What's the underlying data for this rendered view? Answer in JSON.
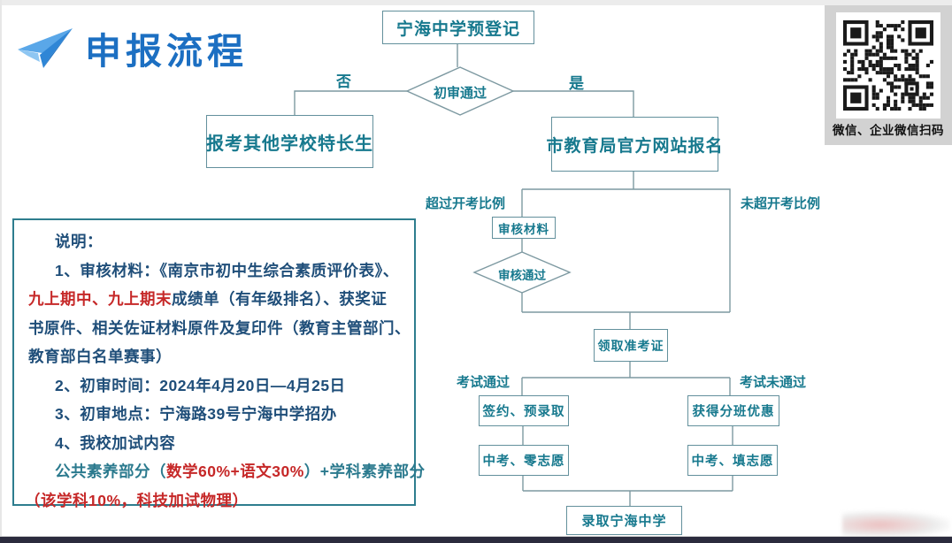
{
  "page": {
    "title": "申报流程"
  },
  "qr": {
    "caption": "微信、企业微信扫码"
  },
  "flow": {
    "nodes": {
      "preregister": "宁海中学预登记",
      "initial_review": "初审通过",
      "no_label": "否",
      "yes_label": "是",
      "other_school": "报考其他学校特长生",
      "website_signup": "市教育局官方网站报名",
      "over_ratio": "超过开考比例",
      "not_over_ratio": "未超开考比例",
      "review_materials": "审核材料",
      "review_pass": "审核通过",
      "get_ticket": "领取准考证",
      "exam_pass": "考试通过",
      "exam_fail": "考试未通过",
      "sign_preadmit": "签约、预录取",
      "class_bonus": "获得分班优惠",
      "zhongkao_zero": "中考、零志愿",
      "zhongkao_fill": "中考、填志愿",
      "admitted": "录取宁海中学"
    }
  },
  "notes": {
    "lines": [
      {
        "segments": [
          {
            "color": "navy",
            "text": "说明："
          }
        ]
      },
      {
        "segments": [
          {
            "color": "navy",
            "text": "1、审核材料：《南京市初中生综合素质评价表》、"
          }
        ]
      },
      {
        "segments": [
          {
            "color": "red",
            "text": "九上期中、九上期末"
          },
          {
            "color": "navy",
            "text": "成绩单（有年级排名）、获奖证"
          }
        ]
      },
      {
        "segments": [
          {
            "color": "navy",
            "text": "书原件、相关佐证材料原件及复印件（教育主管部门、"
          }
        ]
      },
      {
        "segments": [
          {
            "color": "navy",
            "text": "教育部白名单赛事）"
          }
        ]
      },
      {
        "segments": [
          {
            "color": "navy",
            "text": "2、初审时间：2024年4月20日—4月25日"
          }
        ]
      },
      {
        "segments": [
          {
            "color": "navy",
            "text": "3、初审地点：宁海路39号宁海中学招办"
          }
        ]
      },
      {
        "segments": [
          {
            "color": "navy",
            "text": "4、我校加试内容"
          }
        ]
      },
      {
        "segments": [
          {
            "color": "teal",
            "text": "公共素养部分（"
          },
          {
            "color": "red",
            "text": "数学60%+语文30%"
          },
          {
            "color": "teal",
            "text": "）+学科素养部分"
          }
        ]
      },
      {
        "segments": [
          {
            "color": "red",
            "text": "（该学科10%，科技加试物理）"
          }
        ]
      }
    ]
  },
  "colors": {
    "title_blue": "#1c6fc2",
    "flow_teal": "#17798e",
    "connector_gray": "#7d99a1",
    "note_navy": "#1f4e79",
    "note_red": "#c62828",
    "note_teal": "#2b7a8e",
    "bottom_bar": "#2b2b3d",
    "qr_panel_gray": "#d2d2d2"
  }
}
